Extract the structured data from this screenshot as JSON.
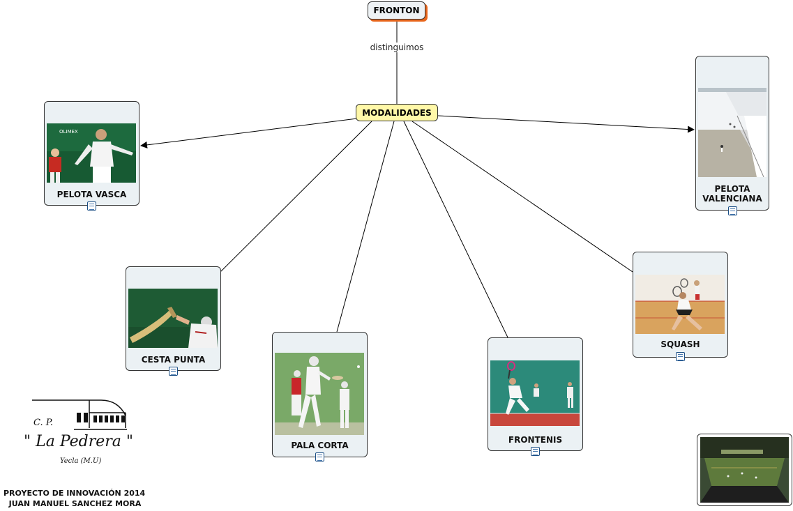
{
  "root": {
    "label": "FRONTON"
  },
  "link_label": "distinguimos",
  "center": {
    "label": "MODALIDADES"
  },
  "nodes": [
    {
      "id": "pelota-vasca",
      "label": "PELOTA VASCA"
    },
    {
      "id": "pelota-valenciana",
      "label": "PELOTA VALENCIANA"
    },
    {
      "id": "cesta-punta",
      "label": "CESTA PUNTA"
    },
    {
      "id": "pala-corta",
      "label": "PALA CORTA"
    },
    {
      "id": "frontenis",
      "label": "FRONTENIS"
    },
    {
      "id": "squash",
      "label": "SQUASH"
    }
  ],
  "logo": {
    "initials": "C. P.",
    "name": "\" La Pedrera \"",
    "location": "Yecla (M.U)"
  },
  "footer": {
    "line1": "PROYECTO DE INNOVACIÓN 2014",
    "line2": "JUAN MANUEL SANCHEZ MORA"
  },
  "colors": {
    "concept_bg": "#ebf1f4",
    "center_bg": "#fff8a8",
    "root_shadow": "#e8661c",
    "line": "#000000"
  }
}
